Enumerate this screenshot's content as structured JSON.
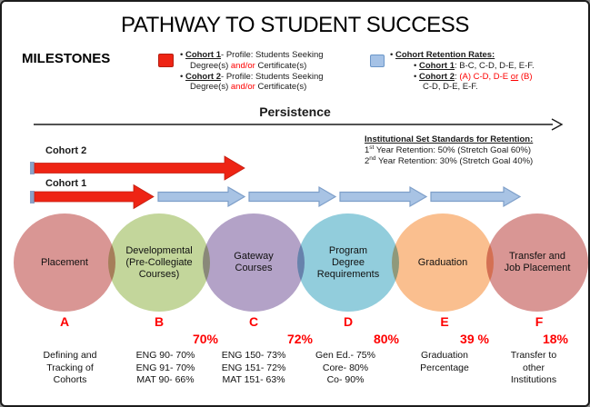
{
  "title": "PATHWAY TO STUDENT SUCCESS",
  "milestones_label": "MILESTONES",
  "persistence_label": "Persistence",
  "ui": {
    "bullet": "•"
  },
  "colors": {
    "accent_red": "#ee2414",
    "text_red": "#fe0000",
    "blue_fill": "#a8c3e4",
    "blue_edge": "#7e9fc9",
    "cap_blue": "#8aa0c6",
    "legend_blue_fill": "#a5c2e6",
    "legend_blue_edge": "#6b96c8",
    "line_dark": "#1a1a1a"
  },
  "legend_profiles": {
    "items": [
      {
        "name": "Cohort 1",
        "rest": "- Profile: Students Seeking",
        "line2_pre": "Degree(s) ",
        "line2_red": "and/or",
        "line2_post": " Certificate(s)"
      },
      {
        "name": "Cohort 2",
        "rest": "- Profile: Students Seeking",
        "line2_pre": "Degree(s) ",
        "line2_red": "and/or",
        "line2_post": " Certificate(s)"
      }
    ]
  },
  "legend_retention": {
    "header": "Cohort Retention Rates:",
    "cohort1_name": "Cohort 1",
    "cohort1_rates": ": B-C, C-D, D-E, E-F.",
    "cohort2_name": "Cohort 2",
    "cohort2_sep": ": ",
    "cohort2_red_pre": "(A) C-D, D-E ",
    "cohort2_red_or": "or",
    "cohort2_red_post": " (B)",
    "cohort2_line2": "C-D, D-E, E-F."
  },
  "institutional_standards": {
    "header": "Institutional Set Standards for Retention:",
    "line1_num": "1",
    "line1_sup": "st",
    "line1_rest": " Year Retention: 50% (Stretch Goal 60%)",
    "line2_num": "2",
    "line2_sup": "nd",
    "line2_rest": " Year Retention: 30% (Stretch Goal 40%)"
  },
  "cohort_arrows": {
    "cohort2_label": "Cohort 2",
    "cohort1_label": "Cohort 1"
  },
  "circles": [
    {
      "letter": "A",
      "label": "Placement",
      "color": "#d99694",
      "sub": "Defining and\nTracking of\nCohorts"
    },
    {
      "letter": "B",
      "label": "Developmental\n(Pre-Collegiate\nCourses)",
      "color": "#c3d69b",
      "sub": "ENG 90- 70%\nENG 91- 70%\nMAT 90- 66%"
    },
    {
      "letter": "C",
      "label": "Gateway\nCourses",
      "color": "#b3a2c7",
      "sub": "ENG 150- 73%\nENG 151- 72%\nMAT 151- 63%"
    },
    {
      "letter": "D",
      "label": "Program\nDegree\nRequirements",
      "color": "#92cddc",
      "sub": "Gen Ed.- 75%\nCore- 80%\nCo- 90%"
    },
    {
      "letter": "E",
      "label": "Graduation",
      "color": "#fabf8f",
      "sub": "Graduation\nPercentage"
    },
    {
      "letter": "F",
      "label": "Transfer and\nJob Placement",
      "color": "#d99694",
      "sub": "Transfer to\nother\nInstitutions"
    }
  ],
  "transition_rates": [
    {
      "value": "70%"
    },
    {
      "value": "72%"
    },
    {
      "value": "80%"
    },
    {
      "value": "39 %"
    },
    {
      "value": "18%"
    }
  ]
}
